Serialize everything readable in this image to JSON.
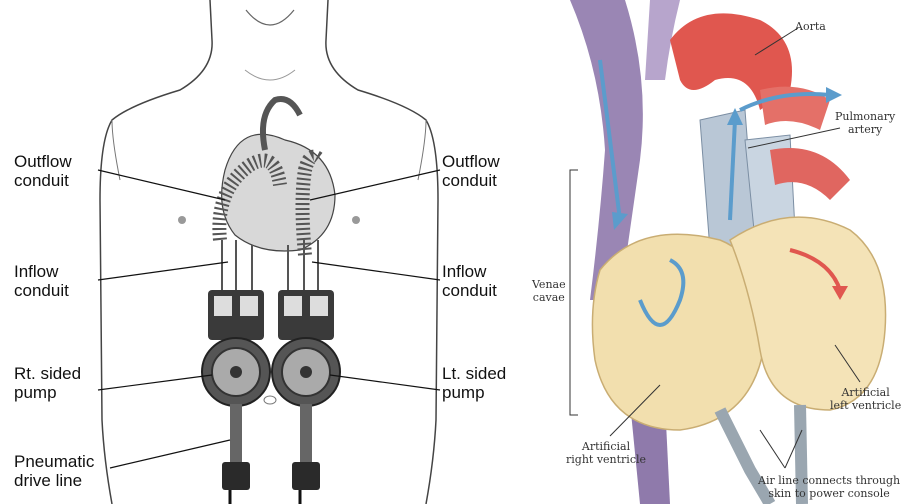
{
  "left_diagram": {
    "labels": {
      "outflow_left": [
        "Outflow",
        "conduit"
      ],
      "outflow_right": [
        "Outflow",
        "conduit"
      ],
      "inflow_left": [
        "Inflow",
        "conduit"
      ],
      "inflow_right": [
        "Inflow",
        "conduit"
      ],
      "rt_pump": [
        "Rt. sided",
        "pump"
      ],
      "lt_pump": [
        "Lt. sided",
        "pump"
      ],
      "drive_line": [
        "Pneumatic",
        "drive line"
      ]
    }
  },
  "right_diagram": {
    "labels": {
      "aorta": [
        "Aorta"
      ],
      "pulmonary": [
        "Pulmonary",
        "artery"
      ],
      "venae": [
        "Venae",
        "cavae"
      ],
      "art_left": [
        "Artificial",
        "left ventricle"
      ],
      "art_right": [
        "Artificial",
        "right ventricle"
      ],
      "air_line": [
        "Air line connects through",
        "skin to power console"
      ]
    },
    "colors": {
      "flow_arrow": "#5b9ccc",
      "oxygenated": "#e0574f",
      "vein": "#9a86b4",
      "ventricle": "#f2dfae"
    }
  }
}
